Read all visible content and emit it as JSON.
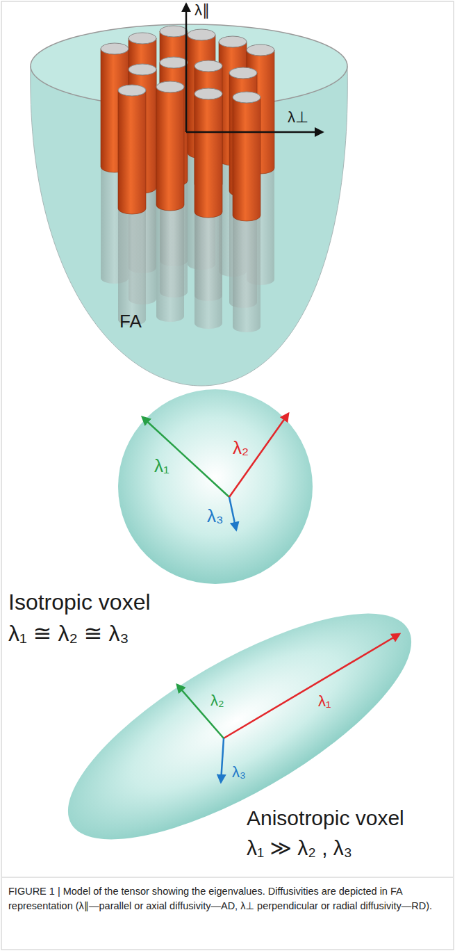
{
  "diagram": {
    "caption": "FIGURE 1 | Model of the tensor showing the eigenvalues. Diffusivities are depicted in FA representation (λ∥—parallel or axial diffusivity—AD, λ⊥ perpendicular or radial diffusivity—RD).",
    "labels": [
      "λ∥",
      "λ⊥",
      "FA",
      "λ₁",
      "λ₂",
      "λ₃",
      "Isotropic voxel",
      "λ₁ ≅ λ₂ ≅ λ₃",
      "λ₂",
      "λ₁",
      "λ₃",
      "Anisotropic voxel",
      "λ₁ ≫ λ₂ , λ₃"
    ]
  }
}
